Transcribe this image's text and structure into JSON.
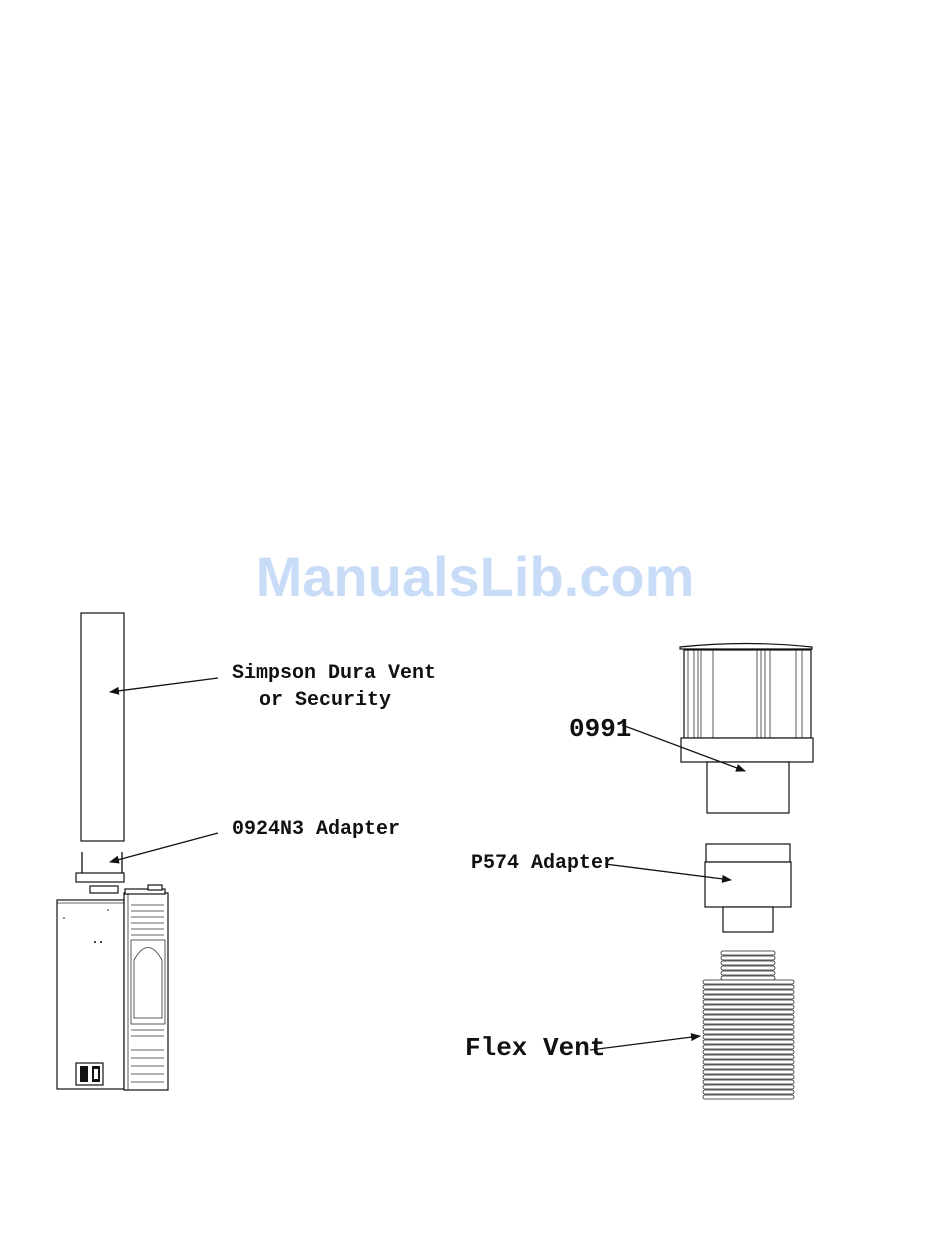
{
  "watermark": "ManualsLib.com",
  "labels": {
    "simpson_line1": "Simpson Dura Vent",
    "simpson_line2": "or Security",
    "adapter_0924": "0924N3 Adapter",
    "part_0991": "0991",
    "adapter_p574": "P574 Adapter",
    "flex_vent": "Flex Vent"
  }
}
